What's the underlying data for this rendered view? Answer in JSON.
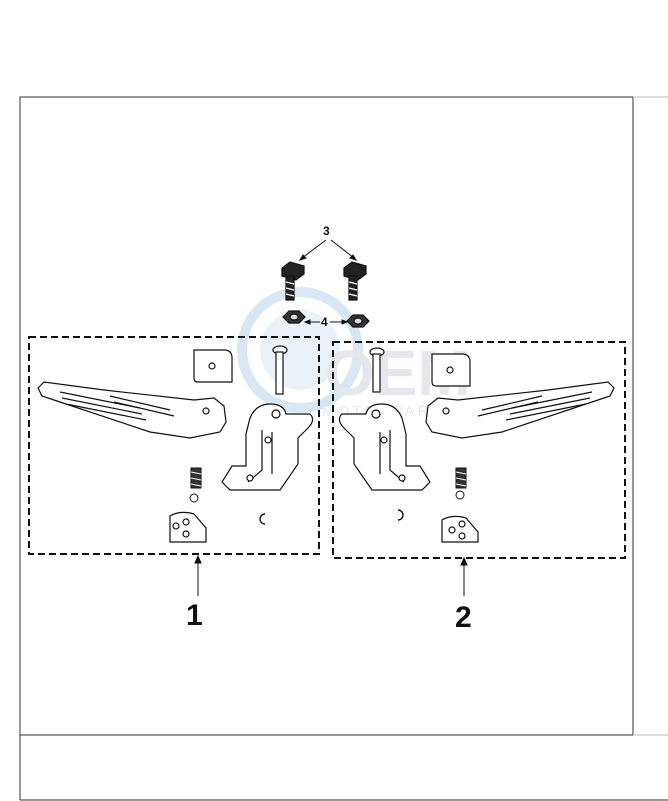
{
  "diagram": {
    "callouts": {
      "part_3": "3",
      "part_4": "4"
    },
    "groups": {
      "group_1": "1",
      "group_2": "2"
    }
  },
  "watermark": {
    "logo_text": "OEM",
    "sub_text": "MOTORPARTS",
    "color": "#c8d3e0"
  },
  "colors": {
    "line": "#111111",
    "part_fill": "#ffffff",
    "dark_part": "#222222"
  }
}
